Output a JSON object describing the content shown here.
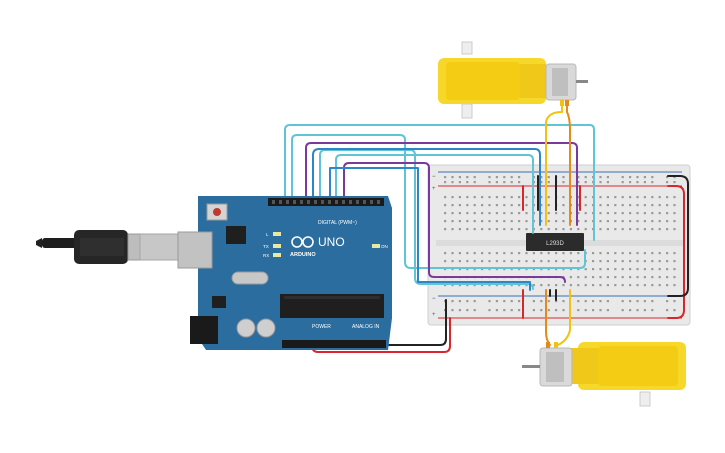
{
  "canvas": {
    "background": "#ffffff"
  },
  "arduino": {
    "brand": "ARDUINO",
    "model": "UNO",
    "digital_label": "DIGITAL (PWM~)",
    "power_label": "POWER",
    "analog_label": "ANALOG IN",
    "on_label": "ON",
    "l_label": "L",
    "tx_label": "TX",
    "rx_label": "RX",
    "board_color": "#2a6d9e"
  },
  "driver_ic": {
    "label": "L293D"
  },
  "breadboard": {
    "plus": "+",
    "minus": "−",
    "color": "#e9e9e9"
  },
  "motors": {
    "body_color": "#f6d82a",
    "top": "top-dc-motor",
    "bottom": "bottom-dc-motor"
  },
  "wire_colors": {
    "cyan": "#5fc5d6",
    "purple": "#7a3a9c",
    "blue": "#2f86c7",
    "yellow": "#f2c20f",
    "orange": "#e58a17",
    "red": "#d8262c",
    "black": "#222222"
  }
}
